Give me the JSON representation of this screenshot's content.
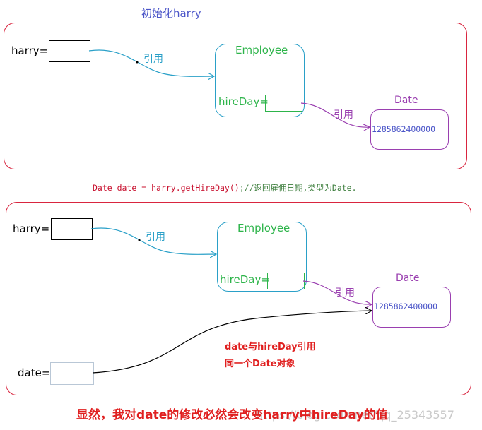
{
  "section1": {
    "title": "初始化harry",
    "harry_label": "harry=",
    "employee_label": "Employee",
    "hireday_label": "hireDay=",
    "ref1": "引用",
    "ref2": "引用",
    "date_label": "Date",
    "timestamp": "1285862400000"
  },
  "code_line": {
    "code": "Date date = harry.getHireDay()",
    "comment": ";//返回雇佣日期,类型为Date."
  },
  "section2": {
    "harry_label": "harry=",
    "employee_label": "Employee",
    "hireday_label": "hireDay=",
    "ref1": "引用",
    "ref2": "引用",
    "date_label": "Date",
    "timestamp": "1285862400000",
    "date_var_label": "date=",
    "note_line1": "date与hireDay引用",
    "note_line2": "同一个Date对象"
  },
  "conclusion": "显然，我对date的修改必然会改变harry中hireDay的值",
  "watermark": "https://blog.csdn.net/qq_25343557",
  "colors": {
    "panel_border": "#d9253f",
    "employee": "#2db44a",
    "reference_blue": "#2aa0c8",
    "reference_purple": "#9a3fb0",
    "timestamp": "#4b55c8",
    "highlight_red": "#e02020"
  }
}
